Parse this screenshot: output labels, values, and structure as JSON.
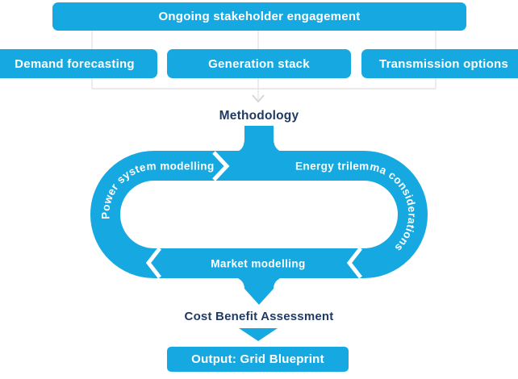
{
  "colors": {
    "accent_blue": "#16A9E1",
    "navy_text": "#203A63",
    "connector_gray": "#E4E4E4",
    "arrowhead_gray": "#D7D7D7",
    "loop_label_white": "#FFFFFF"
  },
  "top_banner": {
    "label": "Ongoing stakeholder engagement"
  },
  "inputs_row": [
    {
      "label": "Demand forecasting"
    },
    {
      "label": "Generation stack"
    },
    {
      "label": "Transmission options"
    }
  ],
  "methodology": {
    "label": "Methodology"
  },
  "loop": {
    "top_left_label": "Power system modelling",
    "top_right_label": "Energy trilemma considerations",
    "bottom_label": "Market modelling",
    "flow_direction": "clockwise"
  },
  "assessment": {
    "label": "Cost Benefit Assessment"
  },
  "output": {
    "label": "Output: Grid Blueprint"
  }
}
